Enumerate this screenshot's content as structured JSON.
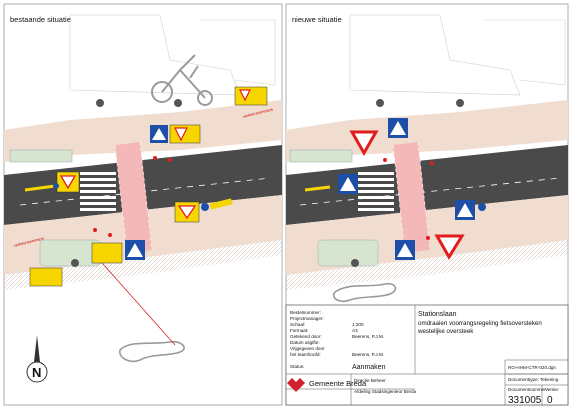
{
  "panels": {
    "left_title": "bestaande situatie",
    "right_title": "nieuwe situatie"
  },
  "annotations": {
    "top": "verkeersremmers",
    "left": "verkeersremmers"
  },
  "compass": {
    "label": "N"
  },
  "titleblock": {
    "fields": [
      {
        "label": "Bestelnummer:",
        "value": ""
      },
      {
        "label": "Projectmanager:",
        "value": ""
      },
      {
        "label": "Schaal:",
        "value": "1:200"
      },
      {
        "label": "Formaat:",
        "value": "A3"
      },
      {
        "label": "Getekend door:",
        "value": "Beerens, P.J.M."
      },
      {
        "label": "Datum uitgifte:",
        "value": ""
      },
      {
        "label": "Vrijgegeven door",
        "value": ""
      },
      {
        "label": "het teamhoofd:",
        "value": "Beerens, P.J.M."
      }
    ],
    "status_label": "Status:",
    "status_value": "Aanmaken",
    "project_title": "Stationslaan",
    "project_desc_1": "omdraaien voorrangsregeling fietsoversteken",
    "project_desc_2": "westelijke oversteek",
    "org_name": "Gemeente Breda",
    "dept_1": "Directie Beheer",
    "dept_2": "Afdeling Stadsingenieur Breda",
    "file_ref": "RO-HHM-CTR-020.dgn",
    "doc_type_label": "Documenttype:",
    "doc_type_value": "Tekening",
    "doc_number_label": "Documentnummer:",
    "doc_number_value": "331005",
    "version_label": "Versie:",
    "version_value": "0"
  },
  "colors": {
    "sidewalk": "#f0ddd0",
    "road": "#4a4a4a",
    "bike_lane": "#f4b8b8",
    "green": "#d6e4d0",
    "sign_blue": "#1d4fa8",
    "sign_red": "#e21d1d",
    "sign_yellow": "#f7d600"
  }
}
